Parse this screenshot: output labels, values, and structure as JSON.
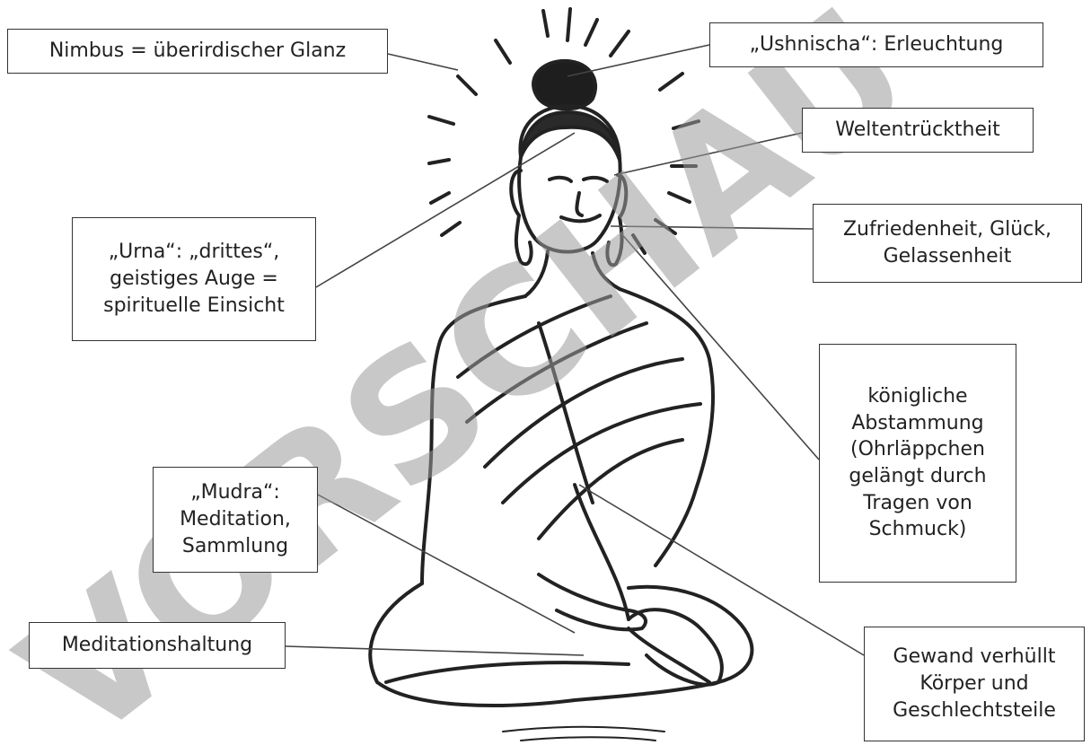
{
  "labels": {
    "nimbus": "Nimbus = überirdischer Glanz",
    "ushnischa": "„Ushnischa“: Erleuchtung",
    "weltentruecktheit": "Weltentrücktheit",
    "zufriedenheit": "Zufriedenheit, Glück,\nGelassenheit",
    "urna": "„Urna“: „drittes“,\ngeistiges Auge =\nspirituelle Einsicht",
    "abstammung": "königliche\nAbstammung\n(Ohrläppchen\ngelängt durch\nTragen von\nSchmuck)",
    "mudra": "„Mudra“:\nMeditation,\nSammlung",
    "meditationshaltung": "Meditationshaltung",
    "gewand": "Gewand verhüllt\nKörper und\nGeschlechtsteile"
  },
  "watermark": "VORSCHAU",
  "colors": {
    "line": "#222222",
    "watermark": "#9a9a9a",
    "leader": "#444444"
  }
}
